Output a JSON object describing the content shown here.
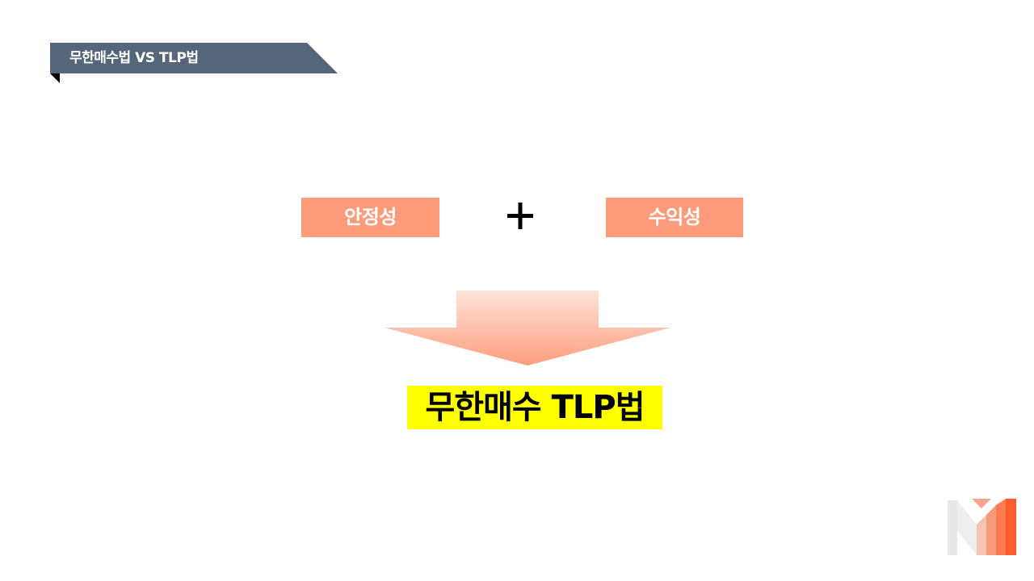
{
  "header": {
    "title": "무한매수법 VS TLP법",
    "banner_color": "#55657a",
    "tail_color": "#000000"
  },
  "main": {
    "left_box": "안정성",
    "operator": "+",
    "right_box": "수익성",
    "box_color": "#fe9b7b",
    "result": "무한매수 TLP법",
    "result_highlight": "#ffff00"
  },
  "icons": {
    "operator_icon": "plus-icon",
    "arrow_icon": "down-arrow-icon",
    "logo_icon": "brand-logo-icon"
  },
  "colors": {
    "arrow_top": "#ffe3da",
    "arrow_bottom": "#fe9e7e",
    "logo_orange": "#ff5b2c",
    "logo_light": "#f3a58e",
    "logo_gray": "#e8e8e8"
  }
}
